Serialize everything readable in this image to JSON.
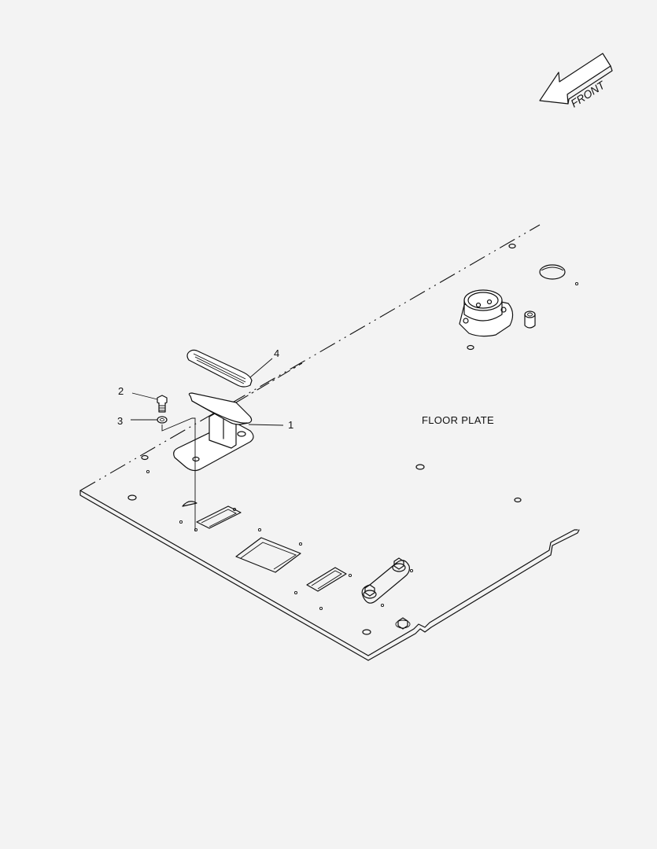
{
  "front_arrow": {
    "label": "FRONT"
  },
  "floor_plate": {
    "label": "FLOOR PLATE"
  },
  "callouts": [
    {
      "id": "callout-1",
      "text": "1"
    },
    {
      "id": "callout-2",
      "text": "2"
    },
    {
      "id": "callout-3",
      "text": "3"
    },
    {
      "id": "callout-4",
      "text": "4"
    }
  ]
}
